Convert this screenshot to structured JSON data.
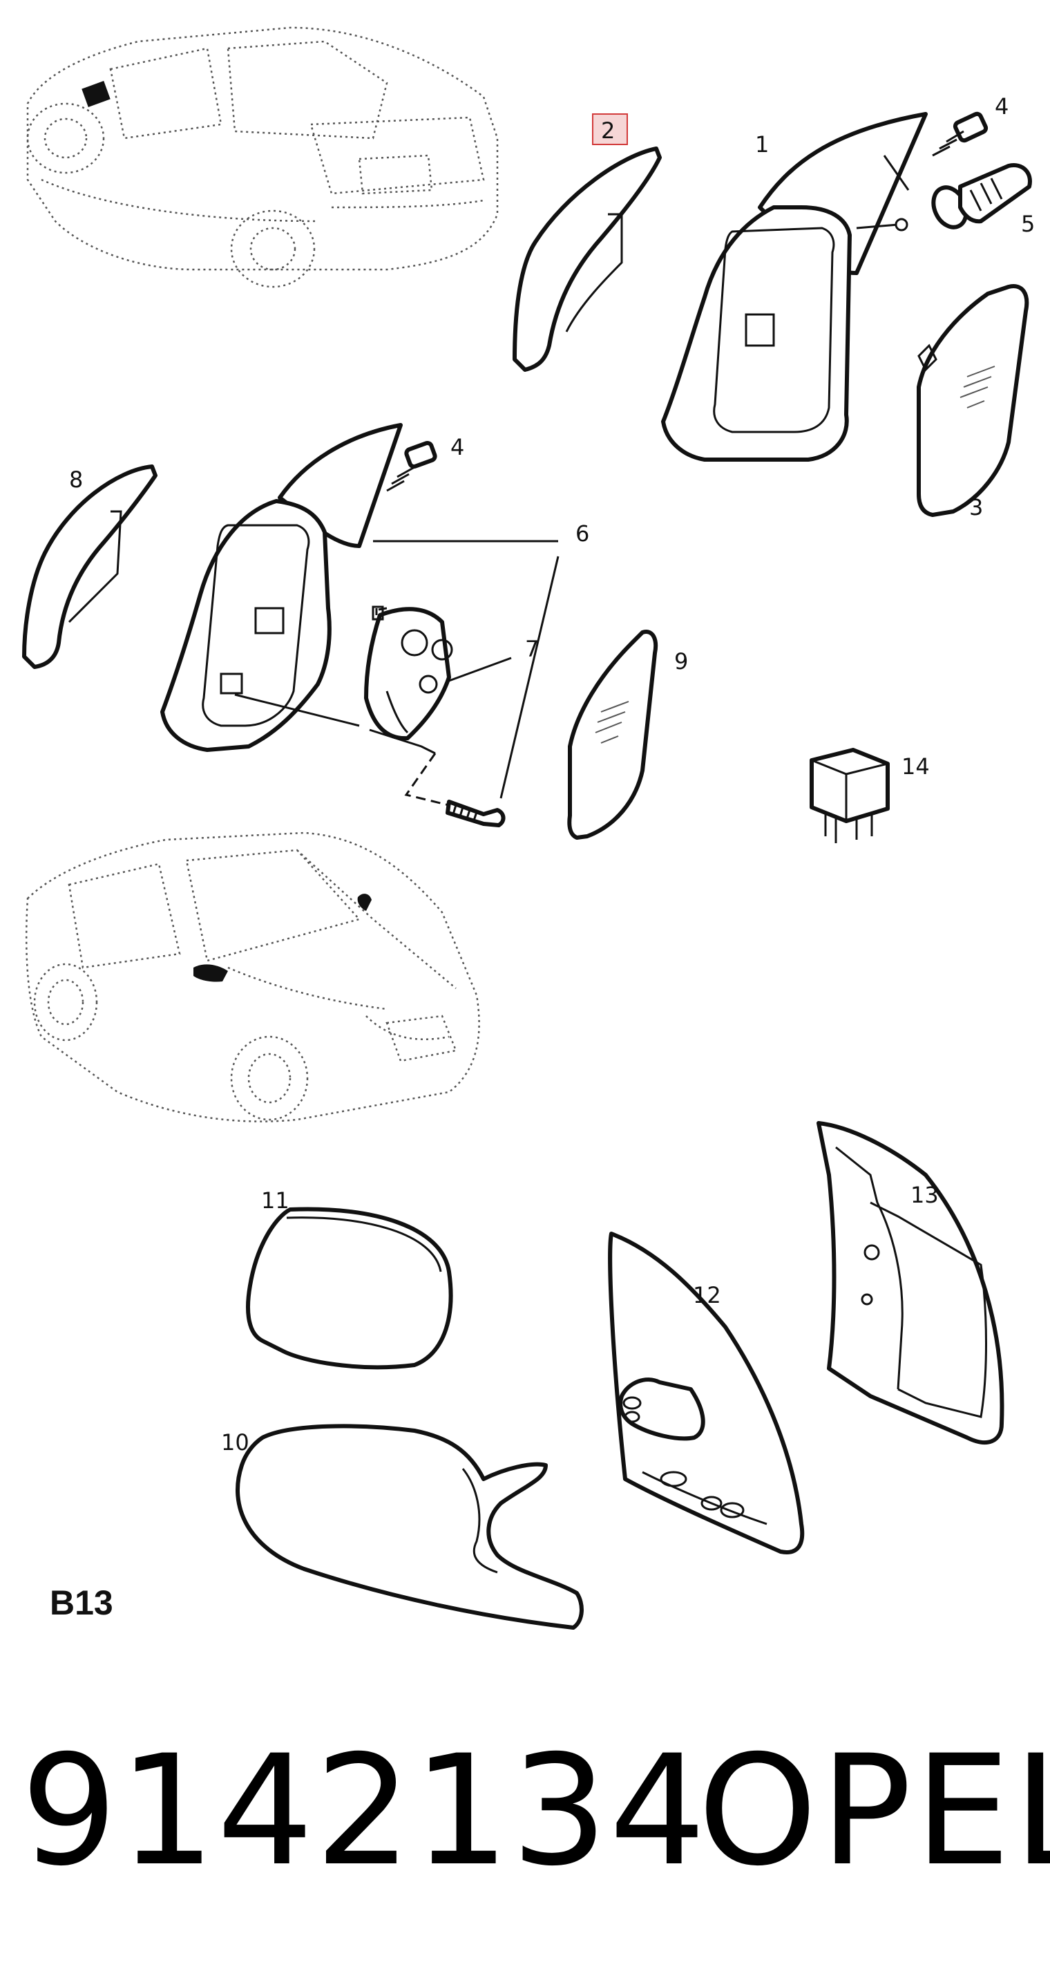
{
  "diagram": {
    "callouts": {
      "c1": "1",
      "c2": "2",
      "c3": "3",
      "c4a": "4",
      "c4b": "4",
      "c5": "5",
      "c6": "6",
      "c7": "7",
      "c8": "8",
      "c9": "9",
      "c10": "10",
      "c11": "11",
      "c12": "12",
      "c13": "13",
      "c14": "14"
    },
    "highlighted_callout": "2",
    "highlight_color": "#d23a3a"
  },
  "section_code": "B13",
  "part_number": "9142134",
  "brand": "OPEL"
}
